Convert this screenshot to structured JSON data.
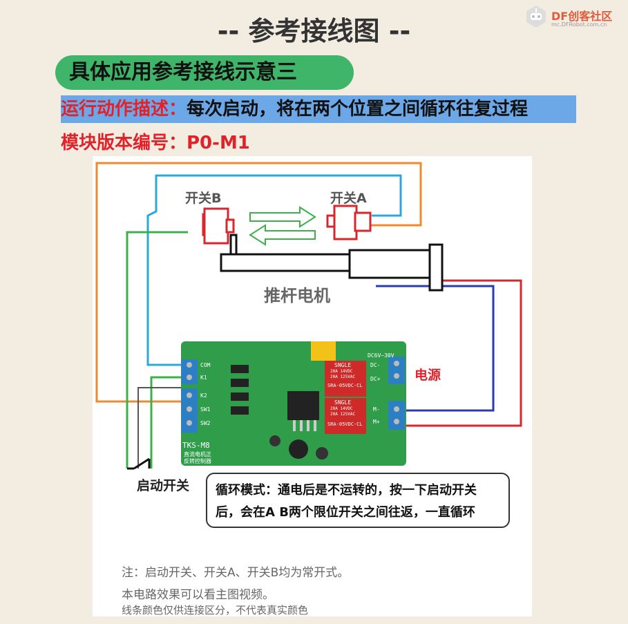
{
  "header": {
    "title": "-- 参考接线图 --",
    "logo_text": "DF创客社区",
    "logo_sub": "mc.DFRobot.com.cn"
  },
  "section": {
    "pill": "具体应用参考接线示意三",
    "desc_key": "运行动作描述：",
    "desc_value": "每次启动，将在两个位置之间循环往复过程",
    "version": "模块版本编号：P0-M1"
  },
  "diagram": {
    "switch_b": "开关B",
    "switch_a": "开关A",
    "motor": "推杆电机",
    "power": "电源",
    "start_switch": "启动开关",
    "board": {
      "model": "TKS-M8",
      "sub1": "直流电机正",
      "sub2": "反转控制器",
      "dc_label": "DC6V~30V",
      "dc_minus": "DC-",
      "dc_plus": "DC+",
      "m_minus": "M-",
      "m_plus": "M+",
      "relay_brand": "SNGLE",
      "relay_1": "SRA-05VDC-CL",
      "relay_2": "SRA-05VDC-CL",
      "relay_spec1": "20A 14VDC",
      "relay_spec2": "20A 125VAC",
      "terminals": [
        "COM",
        "K1",
        "K2",
        "SW1",
        "SW2"
      ]
    },
    "mode_line1": "循环模式：通电后是不运转的，按一下启动开关",
    "mode_line2": "后，会在A B两个限位开关之间往返，一直循环",
    "note1": "注：启动开关、开关A、开关B均为常开式。",
    "note2": "本电路效果可以看主图视频。",
    "note3": "线条颜色仅供连接区分，不代表真实颜色"
  },
  "colors": {
    "background": "#f3ece1",
    "pill_green": "#3fb56a",
    "desc_blue": "#6ca7e8",
    "accent_red": "#e0232b",
    "wire_orange": "#f08a2e",
    "wire_cyan": "#2aa8d8",
    "wire_green": "#3cb04a",
    "wire_red": "#d9262c",
    "wire_blue": "#2a3ab0",
    "pcb_green": "#2f9d4a"
  }
}
